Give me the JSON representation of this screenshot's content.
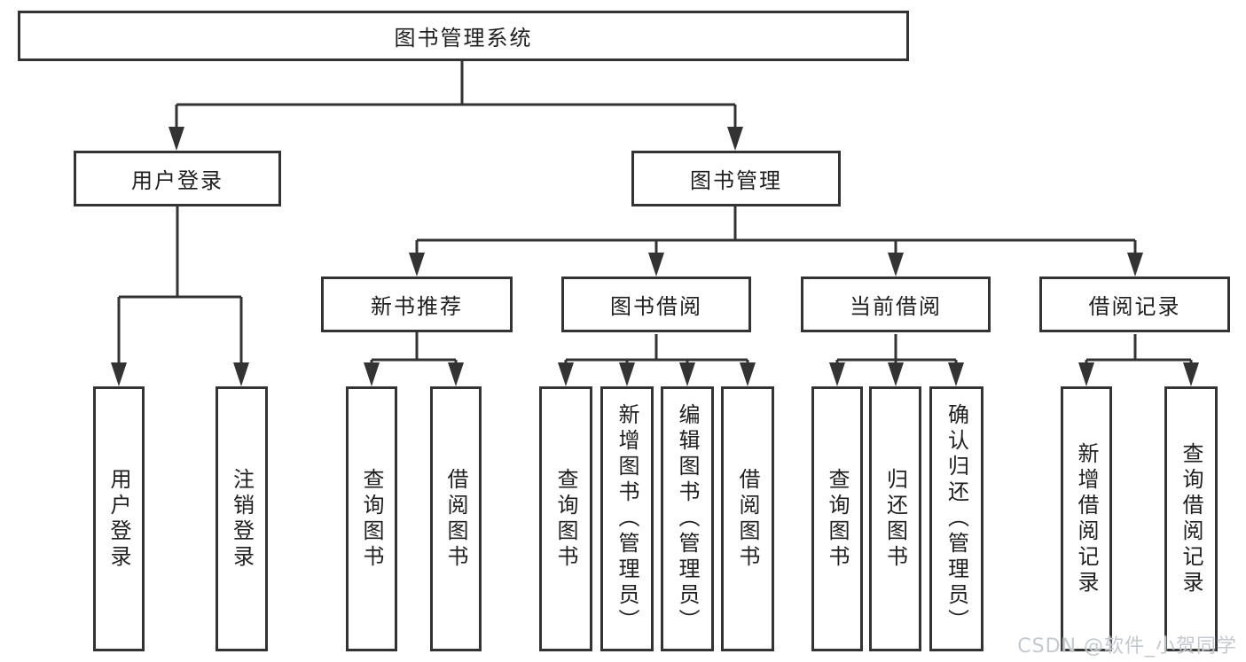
{
  "tree": {
    "label": "图书管理系统",
    "children": [
      {
        "label": "用户登录",
        "children": [
          {
            "label": "用户登录"
          },
          {
            "label": "注销登录"
          }
        ]
      },
      {
        "label": "图书管理",
        "children": [
          {
            "label": "新书推荐",
            "children": [
              {
                "label": "查询图书"
              },
              {
                "label": "借阅图书"
              }
            ]
          },
          {
            "label": "图书借阅",
            "children": [
              {
                "label": "查询图书"
              },
              {
                "label": "新增图书（管理员）"
              },
              {
                "label": "编辑图书（管理员）"
              },
              {
                "label": "借阅图书"
              }
            ]
          },
          {
            "label": "当前借阅",
            "children": [
              {
                "label": "查询图书"
              },
              {
                "label": "归还图书"
              },
              {
                "label": "确认归还（管理员）"
              }
            ]
          },
          {
            "label": "借阅记录",
            "children": [
              {
                "label": "新增借阅记录"
              },
              {
                "label": "查询借阅记录"
              }
            ]
          }
        ]
      }
    ]
  },
  "watermark": {
    "text": "CSDN @软件_小贺同学"
  },
  "colors": {
    "line": "#333333",
    "box_border": "#333333",
    "text": "#1f1f1f",
    "background": "#ffffff",
    "watermark": "#c0c6cb"
  }
}
